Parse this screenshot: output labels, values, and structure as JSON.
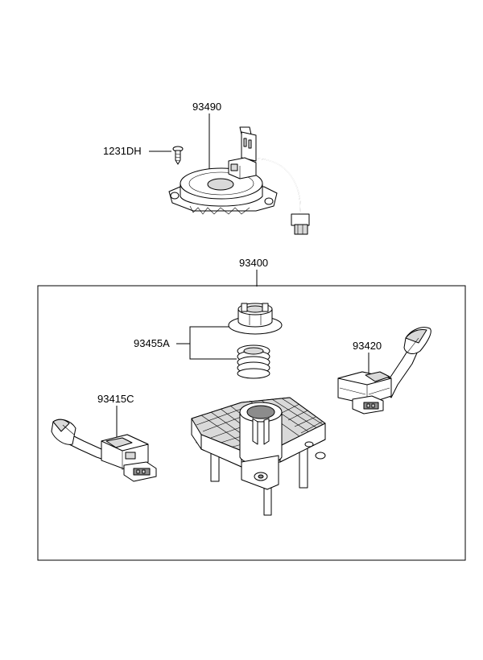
{
  "callouts": {
    "clock_spring": "93490",
    "screw": "1231DH",
    "assembly": "93400",
    "spring_cap": "93455A",
    "right_switch": "93420",
    "left_switch": "93415C"
  }
}
